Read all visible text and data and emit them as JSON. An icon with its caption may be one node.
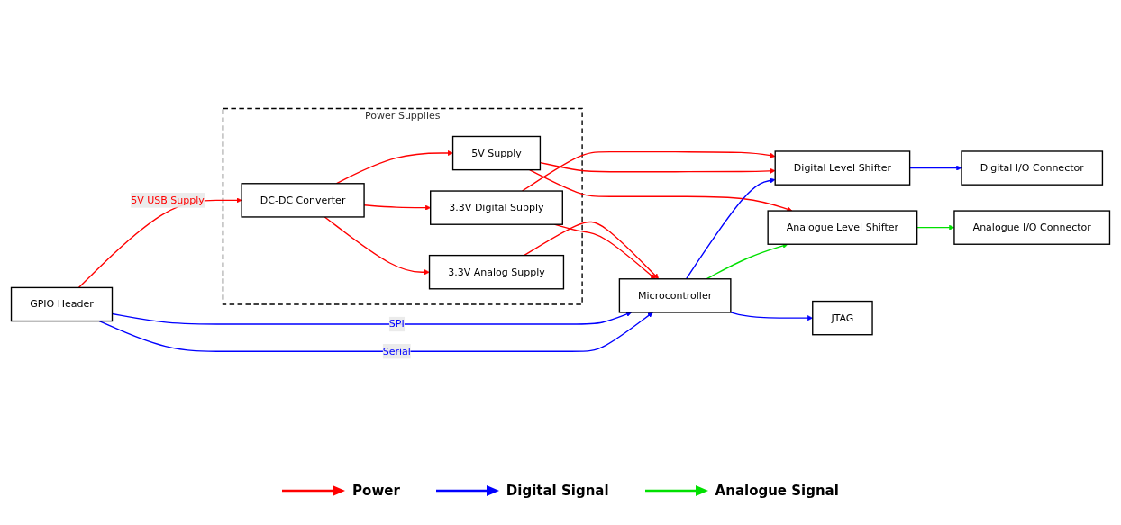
{
  "diagram": {
    "nodes": [
      {
        "text": [
          "GPIO Header"
        ]
      },
      {
        "text": [
          "Power Supplies"
        ]
      },
      {
        "text": [
          "DC-DC Converter"
        ],
        "in": 1
      },
      {
        "text": [
          "3.3V Analog Supply"
        ],
        "in": 1
      },
      {
        "text": [
          "3.3V Digital Supply"
        ],
        "in": 1
      },
      {
        "text": [
          "5V Supply"
        ],
        "in": 1
      },
      {
        "text": [
          "Microcontroller"
        ]
      },
      {
        "text": [
          "Digital Level Shifter"
        ]
      },
      {
        "text": [
          "Digital I/O Connector"
        ]
      },
      {
        "text": [
          "Analogue Level Shifter"
        ]
      },
      {
        "text": [
          "Analogue I/O Connector"
        ]
      },
      {
        "text": [
          "JTAG"
        ]
      }
    ],
    "edges": [
      {
        "from": 0,
        "to": 2,
        "arrow": "to",
        "label": "5V USB Supply"
      },
      {
        "from": 2,
        "to": 3,
        "arrow": "to"
      },
      {
        "from": 2,
        "to": 4,
        "arrow": "to"
      },
      {
        "from": 2,
        "to": 5,
        "arrow": "to"
      },
      {
        "from": 3,
        "to": 6,
        "arrow": "to"
      },
      {
        "from": 4,
        "to": 6,
        "arrow": "to"
      },
      {
        "from": 4,
        "to": 7,
        "arrow": "to"
      },
      {
        "from": 5,
        "to": 7,
        "arrow": "to"
      },
      {
        "from": 5,
        "to": 9,
        "arrow": "to"
      },
      {
        "from": 0,
        "to": 6,
        "arrow": "to",
        "label": "SPI",
        "color": "#0000ff"
      },
      {
        "from": 0,
        "to": 6,
        "arrow": "to",
        "label": "Serial",
        "color": "#0000ff"
      },
      {
        "from": 6,
        "to": 7,
        "arrow": "to",
        "color": "#0000ff"
      },
      {
        "from": 6,
        "to": 9,
        "arrow": "to",
        "color": "#00e000"
      },
      {
        "from": 6,
        "to": 11,
        "arrow": "to",
        "color": "#0000ff"
      },
      {
        "from": 7,
        "to": 8,
        "arrow": "to",
        "color": "#0000ff"
      },
      {
        "from": 9,
        "to": 10,
        "arrow": "to",
        "color": "#00e000"
      }
    ],
    "legend": [
      {
        "text": "Power"
      },
      {
        "text": "Digital Signal"
      },
      {
        "text": "Analogue Signal"
      }
    ]
  }
}
